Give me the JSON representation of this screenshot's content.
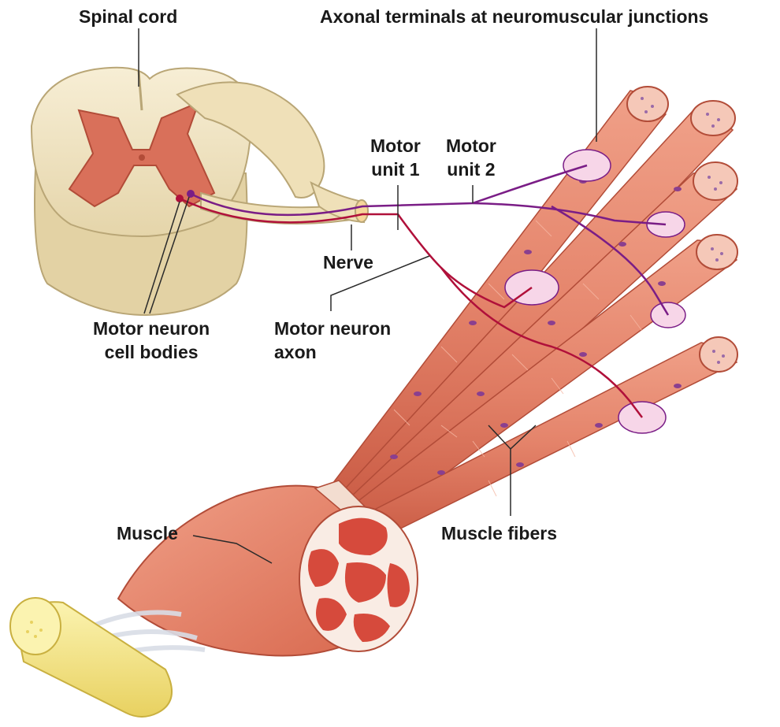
{
  "labels": {
    "spinal_cord": "Spinal cord",
    "axonal_terminals": "Axonal terminals at neuromuscular junctions",
    "motor_unit_1": {
      "line1": "Motor",
      "line2": "unit 1"
    },
    "motor_unit_2": {
      "line1": "Motor",
      "line2": "unit 2"
    },
    "nerve": "Nerve",
    "motor_neuron_cell_bodies": {
      "line1": "Motor neuron",
      "line2": "cell bodies"
    },
    "motor_neuron_axon": {
      "line1": "Motor neuron",
      "line2": "axon"
    },
    "muscle": "Muscle",
    "muscle_fibers": "Muscle fibers"
  },
  "colors": {
    "spinal_white_matter": "#f1e6c6",
    "spinal_gray_matter": "#d9705a",
    "muscle_fiber": "#e4836a",
    "muscle_fiber_dark": "#c95a43",
    "fiber_nucleus": "#8a3f8f",
    "motor_unit_1_axon": "#b0103a",
    "motor_unit_2_axon": "#7a1d86",
    "tendon": "#f2e27a",
    "leader_line": "#2a2a2a"
  }
}
